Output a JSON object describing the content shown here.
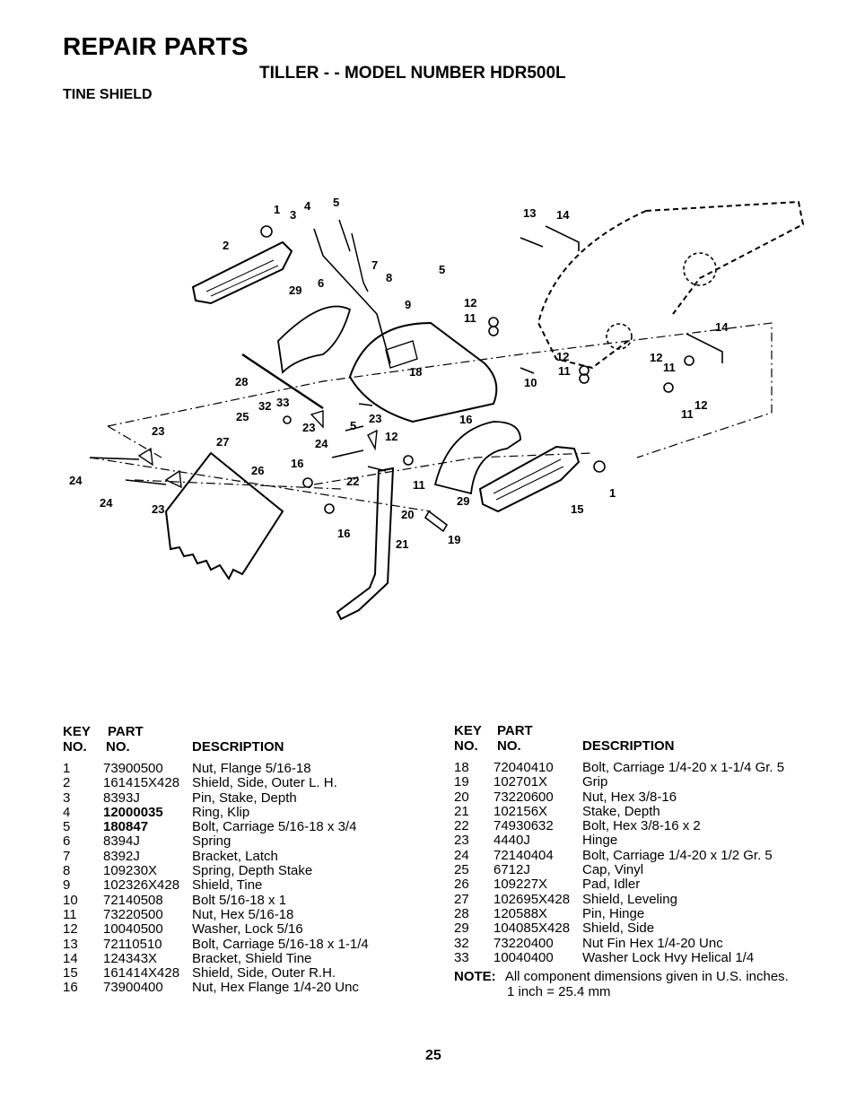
{
  "header": {
    "title": "REPAIR PARTS",
    "subtitle": "TILLER - - MODEL NUMBER HDR500L",
    "section": "TINE SHIELD"
  },
  "diagram": {
    "callouts": [
      "1",
      "2",
      "3",
      "4",
      "5",
      "6",
      "7",
      "8",
      "9",
      "5",
      "13",
      "14",
      "29",
      "12",
      "11",
      "14",
      "28",
      "18",
      "12",
      "11",
      "10",
      "12",
      "11",
      "32",
      "33",
      "11",
      "12",
      "25",
      "23",
      "5",
      "23",
      "16",
      "23",
      "27",
      "24",
      "12",
      "24",
      "26",
      "16",
      "22",
      "11",
      "29",
      "15",
      "1",
      "24",
      "23",
      "16",
      "20",
      "21",
      "19"
    ]
  },
  "table_left": {
    "headers": {
      "key_top": "KEY",
      "key_bottom": "NO.",
      "part_top": "PART",
      "part_bottom": "NO.",
      "description": "DESCRIPTION"
    },
    "rows": [
      {
        "key": "1",
        "part": "73900500",
        "desc": "Nut, Flange  5/16-18",
        "bold": false
      },
      {
        "key": "2",
        "part": "161415X428",
        "desc": "Shield, Side, Outer L. H.",
        "bold": false
      },
      {
        "key": "3",
        "part": "8393J",
        "desc": "Pin, Stake, Depth",
        "bold": false
      },
      {
        "key": "4",
        "part": "12000035",
        "desc": "Ring, Klip",
        "bold": true
      },
      {
        "key": "5",
        "part": "180847",
        "desc": "Bolt, Carriage  5/16-18 x 3/4",
        "bold": true
      },
      {
        "key": "6",
        "part": "8394J",
        "desc": "Spring",
        "bold": false
      },
      {
        "key": "7",
        "part": "8392J",
        "desc": "Bracket, Latch",
        "bold": false
      },
      {
        "key": "8",
        "part": "109230X",
        "desc": "Spring, Depth Stake",
        "bold": false
      },
      {
        "key": "9",
        "part": "102326X428",
        "desc": "Shield, Tine",
        "bold": false
      },
      {
        "key": "10",
        "part": "72140508",
        "desc": "Bolt 5/16-18 x 1",
        "bold": false
      },
      {
        "key": "11",
        "part": "73220500",
        "desc": "Nut, Hex  5/16-18",
        "bold": false
      },
      {
        "key": "12",
        "part": "10040500",
        "desc": "Washer, Lock  5/16",
        "bold": false
      },
      {
        "key": "13",
        "part": "72110510",
        "desc": "Bolt, Carriage  5/16-18 x 1-1/4",
        "bold": false
      },
      {
        "key": "14",
        "part": "124343X",
        "desc": "Bracket, Shield Tine",
        "bold": false
      },
      {
        "key": "15",
        "part": "161414X428",
        "desc": "Shield, Side, Outer R.H.",
        "bold": false
      },
      {
        "key": "16",
        "part": "73900400",
        "desc": "Nut, Hex Flange 1/4-20 Unc",
        "bold": false
      }
    ]
  },
  "table_right": {
    "headers": {
      "key_top": "KEY",
      "key_bottom": "NO.",
      "part_top": "PART",
      "part_bottom": "NO.",
      "description": "DESCRIPTION"
    },
    "rows": [
      {
        "key": "18",
        "part": "72040410",
        "desc": "Bolt, Carriage  1/4-20 x 1-1/4 Gr. 5",
        "bold": false
      },
      {
        "key": "19",
        "part": "102701X",
        "desc": "Grip",
        "bold": false
      },
      {
        "key": "20",
        "part": "73220600",
        "desc": "Nut, Hex  3/8-16",
        "bold": false
      },
      {
        "key": "21",
        "part": "102156X",
        "desc": "Stake, Depth",
        "bold": false
      },
      {
        "key": "22",
        "part": "74930632",
        "desc": "Bolt, Hex  3/8-16 x 2",
        "bold": false
      },
      {
        "key": "23",
        "part": "4440J",
        "desc": "Hinge",
        "bold": false
      },
      {
        "key": "24",
        "part": "72140404",
        "desc": "Bolt, Carriage  1/4-20 x 1/2 Gr. 5",
        "bold": false
      },
      {
        "key": "25",
        "part": "6712J",
        "desc": "Cap, Vinyl",
        "bold": false
      },
      {
        "key": "26",
        "part": "109227X",
        "desc": "Pad, Idler",
        "bold": false
      },
      {
        "key": "27",
        "part": "102695X428",
        "desc": "Shield, Leveling",
        "bold": false
      },
      {
        "key": "28",
        "part": "120588X",
        "desc": "Pin, Hinge",
        "bold": false
      },
      {
        "key": "29",
        "part": "104085X428",
        "desc": "Shield, Side",
        "bold": false
      },
      {
        "key": "32",
        "part": "73220400",
        "desc": "Nut Fin Hex 1/4-20 Unc",
        "bold": false
      },
      {
        "key": "33",
        "part": "10040400",
        "desc": "Washer Lock Hvy Helical 1/4",
        "bold": false
      }
    ]
  },
  "note": {
    "label": "NOTE:",
    "line1": "All component dimensions given in U.S. inches.",
    "line2": "1 inch = 25.4 mm"
  },
  "footer": {
    "page_number": "25"
  }
}
